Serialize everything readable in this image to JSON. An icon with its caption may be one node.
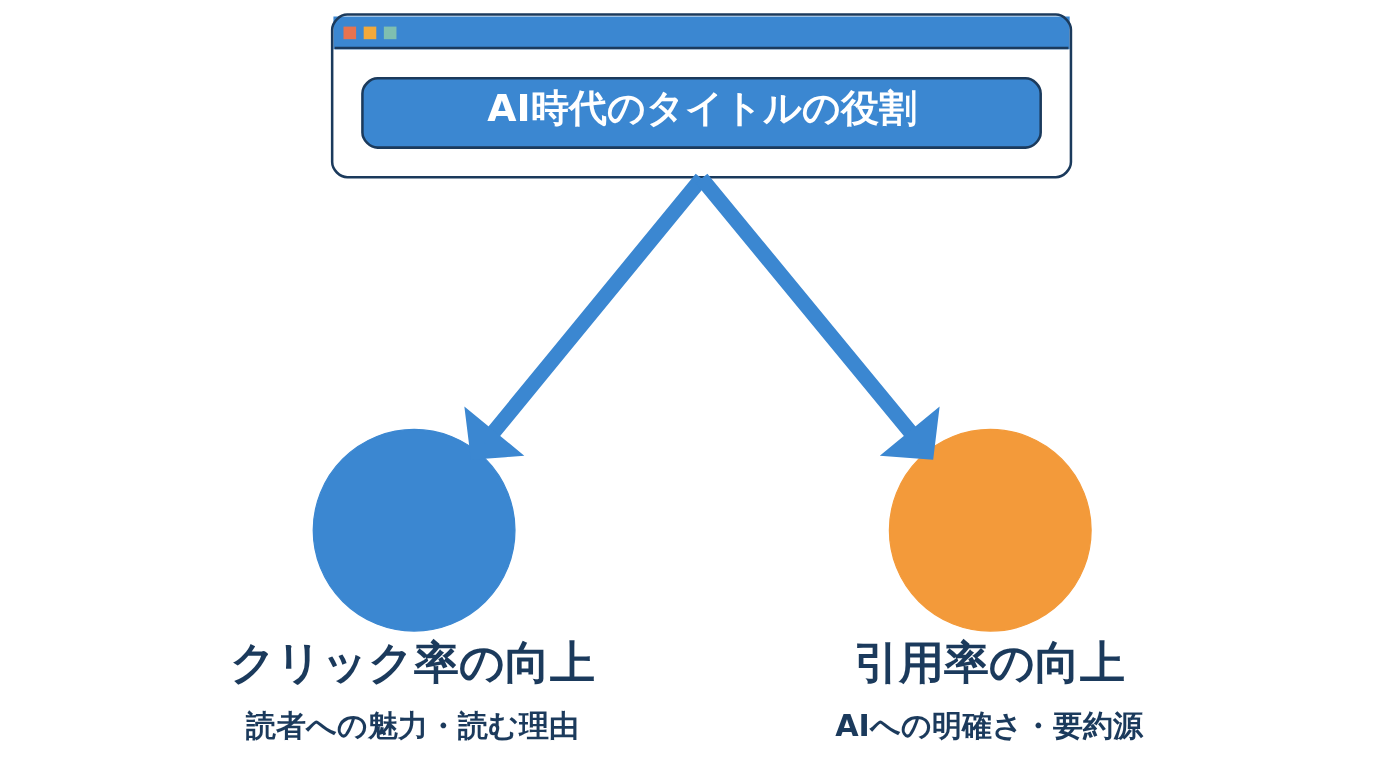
{
  "diagram": {
    "nodes": [
      {
        "text": [
          "AI時代のタイトルの役割"
        ]
      },
      {
        "text": [
          "クリック率の向上",
          "読者への魅力・読む理由"
        ]
      },
      {
        "text": [
          "引用率の向上",
          "AIへの明確さ・要約源"
        ]
      }
    ],
    "edges": [
      {
        "from": 0,
        "to": 1,
        "arrow": "to"
      },
      {
        "from": 0,
        "to": 2,
        "arrow": "to"
      }
    ]
  }
}
